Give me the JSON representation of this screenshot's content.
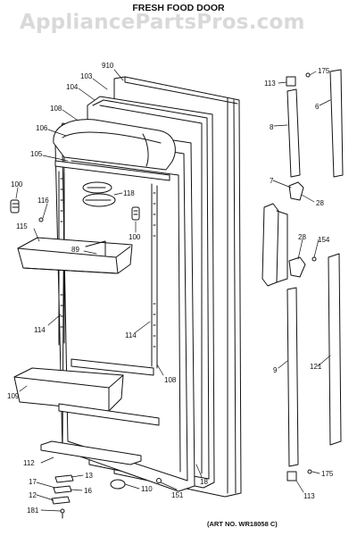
{
  "watermark": "AppliancePartsPros.com",
  "title": "FRESH FOOD DOOR",
  "art_number": "(ART NO. WR18058 C)",
  "part_labels": [
    "910",
    "103",
    "104",
    "108",
    "106",
    "105",
    "100",
    "116",
    "118",
    "115",
    "89",
    "100",
    "114",
    "114",
    "108",
    "109",
    "112",
    "13",
    "17",
    "16",
    "12",
    "181",
    "110",
    "151",
    "18",
    "113",
    "175",
    "6",
    "8",
    "7",
    "28",
    "28",
    "154",
    "9",
    "121",
    "175",
    "113"
  ],
  "colors": {
    "line": "#111111",
    "watermark": "#d9d9d9",
    "background": "#ffffff"
  }
}
